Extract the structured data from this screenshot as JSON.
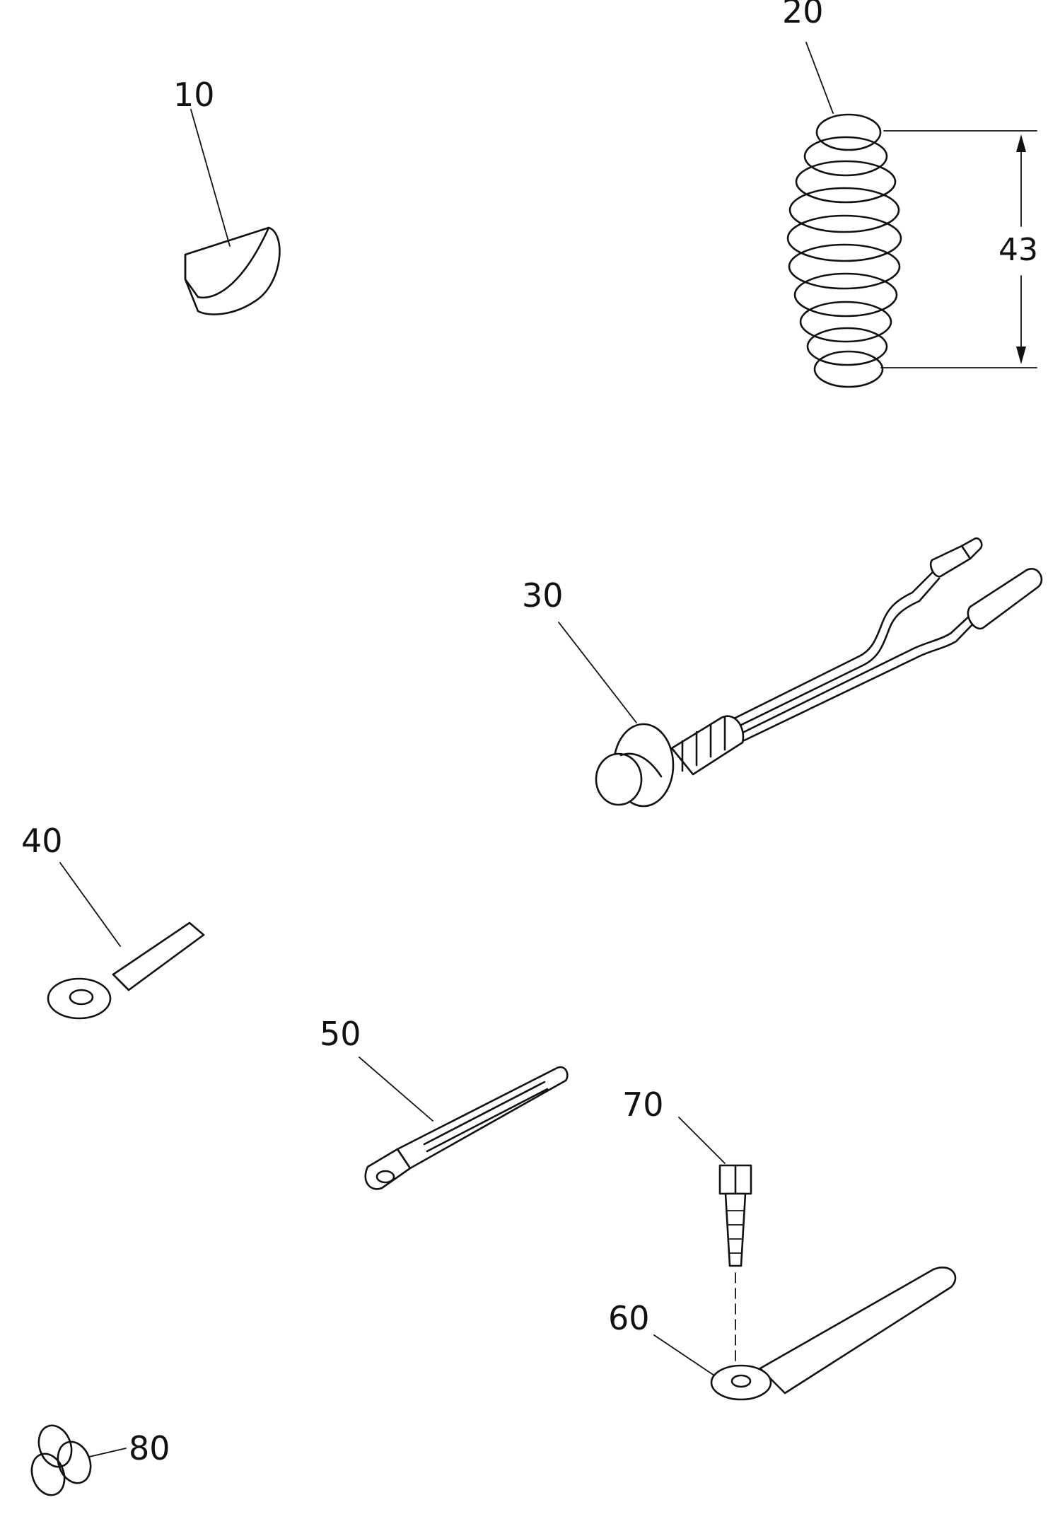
{
  "callouts": {
    "p10": "10",
    "p20": "20",
    "p30": "30",
    "p40": "40",
    "p50": "50",
    "p60": "60",
    "p70": "70",
    "p80": "80"
  },
  "dimension": {
    "spring_length": "43"
  }
}
